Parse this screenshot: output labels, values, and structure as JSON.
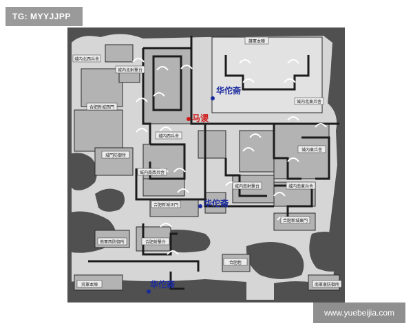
{
  "watermarks": {
    "top_left": "TG: MYYJJPP",
    "bottom_right": "www.yuebeijia.com"
  },
  "map": {
    "areas": {
      "area_1": "城内北西兵舎",
      "area_2": "城内北射撃台",
      "area_3": "護軍本陣",
      "area_4": "城内北東兵舎",
      "area_5": "合肥新城西門",
      "area_6": "城内西兵舎",
      "area_7": "城門防御所",
      "area_8": "城内南西兵舎",
      "area_9": "城内東兵舎",
      "area_10": "城内南射撃台",
      "area_11": "城内南東兵舎",
      "area_12": "合肥新城正門",
      "area_13": "合肥新城東門",
      "area_14": "南軍西防御所",
      "area_15": "合肥射撃台",
      "area_16": "合肥砦",
      "area_17": "呉軍本陣",
      "area_18": "南軍東防御所"
    },
    "markers": [
      {
        "label": "华佗斋",
        "color": "#1a2a9e"
      },
      {
        "label": "马谡",
        "color": "#d01818"
      },
      {
        "label": "华佗斋",
        "color": "#1a2a9e"
      },
      {
        "label": "华佗斋",
        "color": "#1a2a9e"
      }
    ]
  },
  "colors": {
    "background": "#505050",
    "ground": "#d6d6d6",
    "building": "#b0b0b0",
    "wall": "#1c1c1c",
    "marker_blue": "#1a2a9e",
    "marker_red": "#d01818"
  }
}
